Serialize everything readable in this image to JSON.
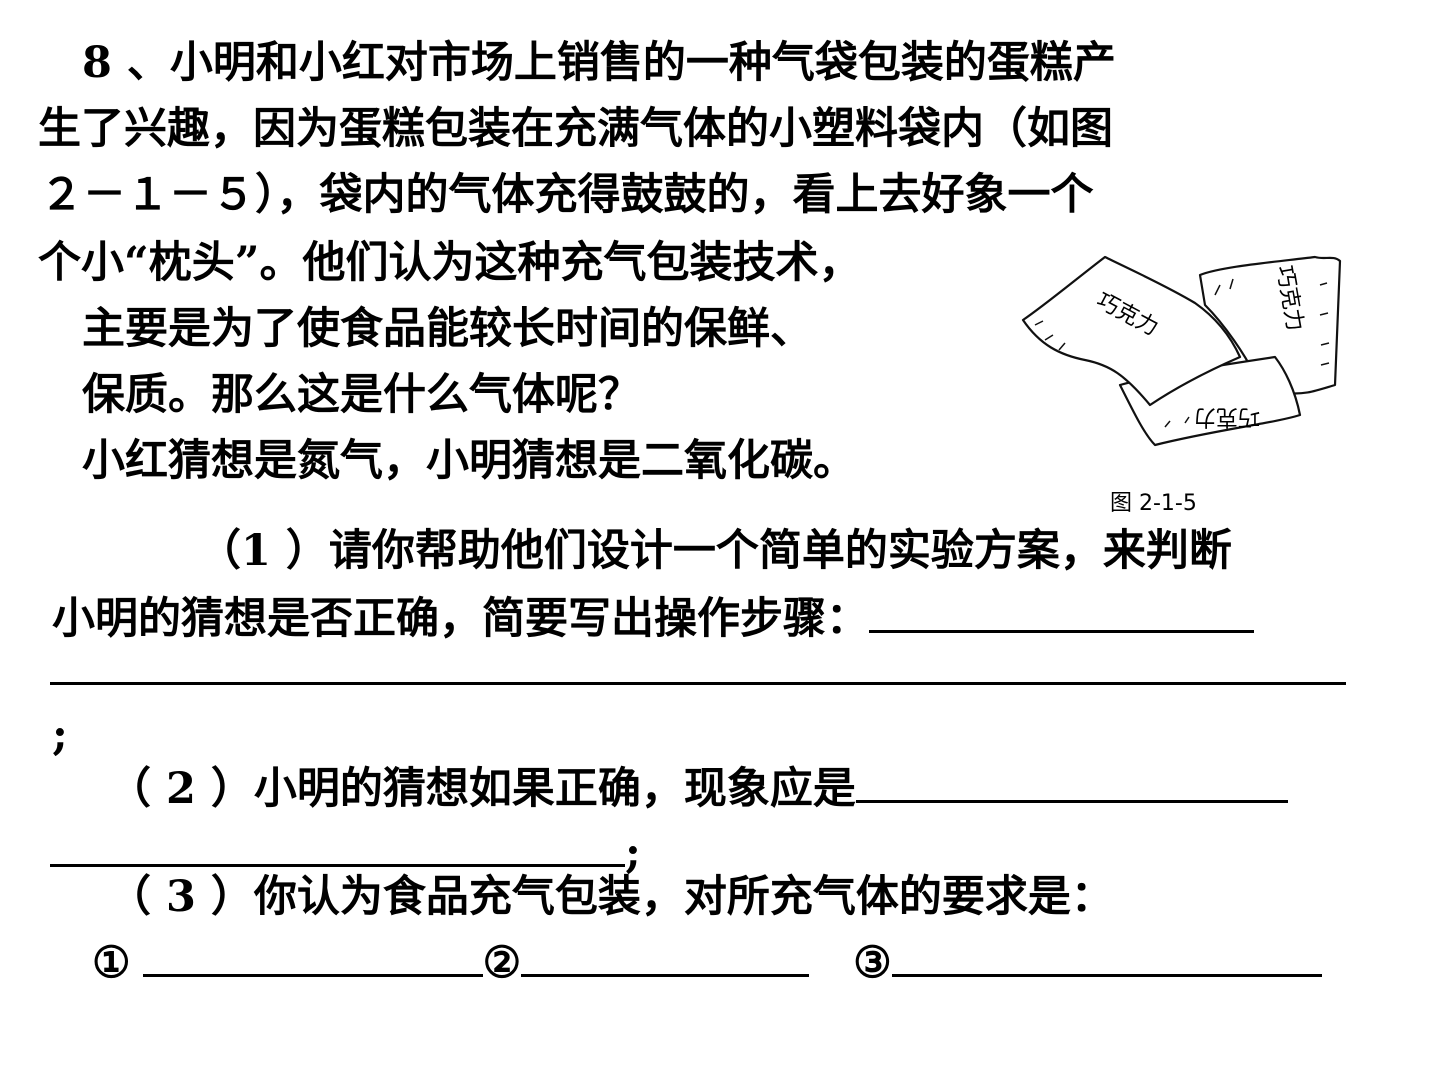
{
  "question": {
    "lines": [
      "8 、小明和小红对市场上销售的一种气袋包装的蛋糕产",
      "生了兴趣，因为蛋糕包装在充满气体的小塑料袋内（如图",
      "２－１－５），袋内的气体充得鼓鼓的，看上去好象一个",
      "个小“枕头”。他们认为这种充气包装技术，",
      "主要是为了使食品能较长时间的保鲜、",
      "保质。那么这是什么气体呢？",
      "小红猜想是氮气，小明猜想是二氧化碳。"
    ]
  },
  "figure": {
    "caption": "图 2-1-5",
    "bag_label": "巧克力"
  },
  "parts": {
    "p1_line1": "（1 ）请你帮助他们设计一个简单的实验方案，来判断",
    "p1_line2": "小明的猜想是否正确，简要写出操作步骤：",
    "p1_end": ";",
    "p2_line1": "（ 2 ）小明的猜想如果正确，现象应是",
    "p2_end": ";",
    "p3_line1": "（ 3 ）你认为食品充气包装，对所充气体的要求是：",
    "p3_m1": "①",
    "p3_m2": "②",
    "p3_m3": "③"
  }
}
